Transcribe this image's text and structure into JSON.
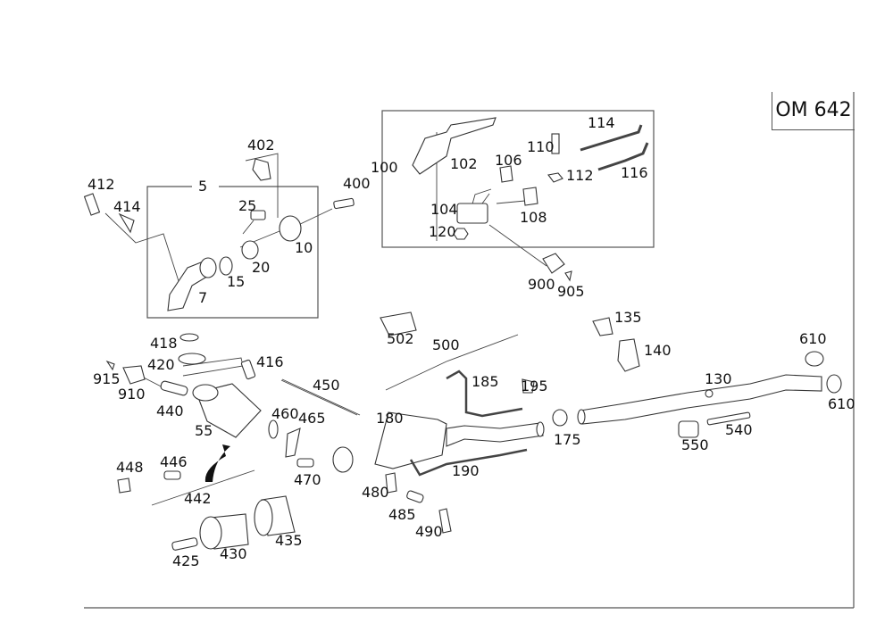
{
  "diagram": {
    "engine_code": "OM 642",
    "group_labels": {
      "group_5": "5",
      "group_100": "100"
    },
    "parts": [
      {
        "id": "412"
      },
      {
        "id": "414"
      },
      {
        "id": "402"
      },
      {
        "id": "25"
      },
      {
        "id": "10"
      },
      {
        "id": "20"
      },
      {
        "id": "15"
      },
      {
        "id": "7"
      },
      {
        "id": "400"
      },
      {
        "id": "102"
      },
      {
        "id": "106"
      },
      {
        "id": "110"
      },
      {
        "id": "114"
      },
      {
        "id": "112"
      },
      {
        "id": "116"
      },
      {
        "id": "104"
      },
      {
        "id": "108"
      },
      {
        "id": "120"
      },
      {
        "id": "900"
      },
      {
        "id": "905"
      },
      {
        "id": "502"
      },
      {
        "id": "500"
      },
      {
        "id": "135"
      },
      {
        "id": "140"
      },
      {
        "id": "610"
      },
      {
        "id": "130"
      },
      {
        "id": "610"
      },
      {
        "id": "418"
      },
      {
        "id": "420"
      },
      {
        "id": "416"
      },
      {
        "id": "915"
      },
      {
        "id": "910"
      },
      {
        "id": "440"
      },
      {
        "id": "450"
      },
      {
        "id": "55"
      },
      {
        "id": "460"
      },
      {
        "id": "465"
      },
      {
        "id": "185"
      },
      {
        "id": "195"
      },
      {
        "id": "180"
      },
      {
        "id": "175"
      },
      {
        "id": "550"
      },
      {
        "id": "540"
      },
      {
        "id": "448"
      },
      {
        "id": "446"
      },
      {
        "id": "470"
      },
      {
        "id": "190"
      },
      {
        "id": "442"
      },
      {
        "id": "480"
      },
      {
        "id": "485"
      },
      {
        "id": "490"
      },
      {
        "id": "425"
      },
      {
        "id": "430"
      },
      {
        "id": "435"
      }
    ]
  }
}
